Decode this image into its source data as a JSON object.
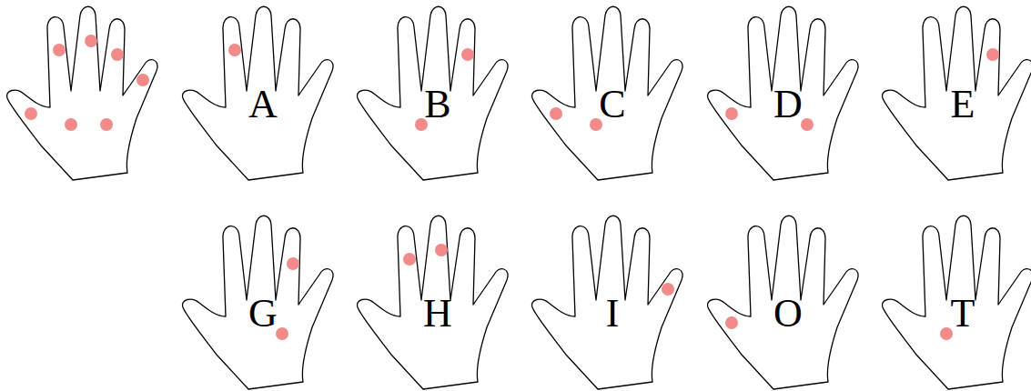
{
  "diagram": {
    "labels": [
      "A",
      "B",
      "C",
      "D",
      "E",
      "G",
      "H",
      "I",
      "O",
      "T"
    ]
  }
}
